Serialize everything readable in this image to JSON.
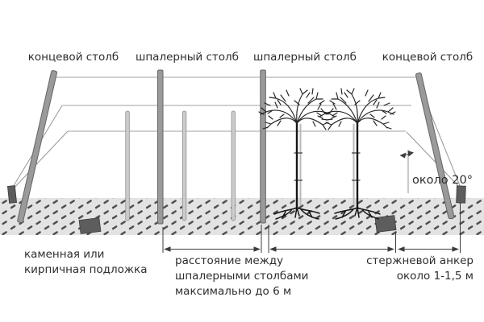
{
  "diagram": {
    "post_labels": [
      "концевой столб",
      "шпалерный столб",
      "шпалерный столб",
      "концевой столб"
    ],
    "base_pad_label": "каменная или\nкирпичная подложка",
    "spacing_label": "расстояние между\nшпалерными столбами\nмаксимально до 6 м",
    "anchor_label": "стержневой анкер\nоколо 1-1,5 м",
    "angle_label": "около 20°"
  },
  "colors": {
    "post_fill": "#9a9a9a",
    "post_stroke": "#646464",
    "stake_fill": "#cccccc",
    "stake_stroke": "#8f8f8f",
    "pad_fill": "#5d5d5d",
    "pad_stroke": "#3f3f3f",
    "wire": "#b4b4b4",
    "guy_wire": "#9a9a9a",
    "ground": "#e3e3e3",
    "hatch": "#4f4f4f",
    "dimension": "#3c3c3c",
    "text": "#2e2e2e"
  }
}
